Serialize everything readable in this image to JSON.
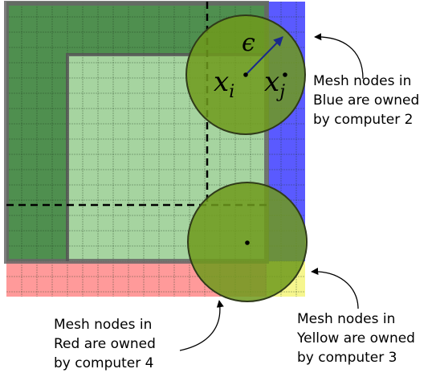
{
  "symbols": {
    "epsilon": "ϵ",
    "xi_base": "x",
    "xi_sub": "i",
    "xj_base": "x",
    "xj_sub": "j"
  },
  "callouts": {
    "blue": [
      "Mesh nodes in",
      "Blue are owned",
      "by computer 2"
    ],
    "yellow": [
      "Mesh nodes in",
      "Yellow are owned",
      "by computer 3"
    ],
    "red": [
      "Mesh nodes in",
      "Red are owned",
      "by computer 4"
    ]
  },
  "colors": {
    "dark_green": "#4f8f4f",
    "light_green": "#a6d4a0",
    "blue": "#5a5aff",
    "red": "#ff9a9a",
    "yellow": "#f6f68e",
    "circle_fill": "#6f9a1c",
    "circle_stroke": "#2f3a1a",
    "arrow_blue": "#1a2a8a"
  }
}
